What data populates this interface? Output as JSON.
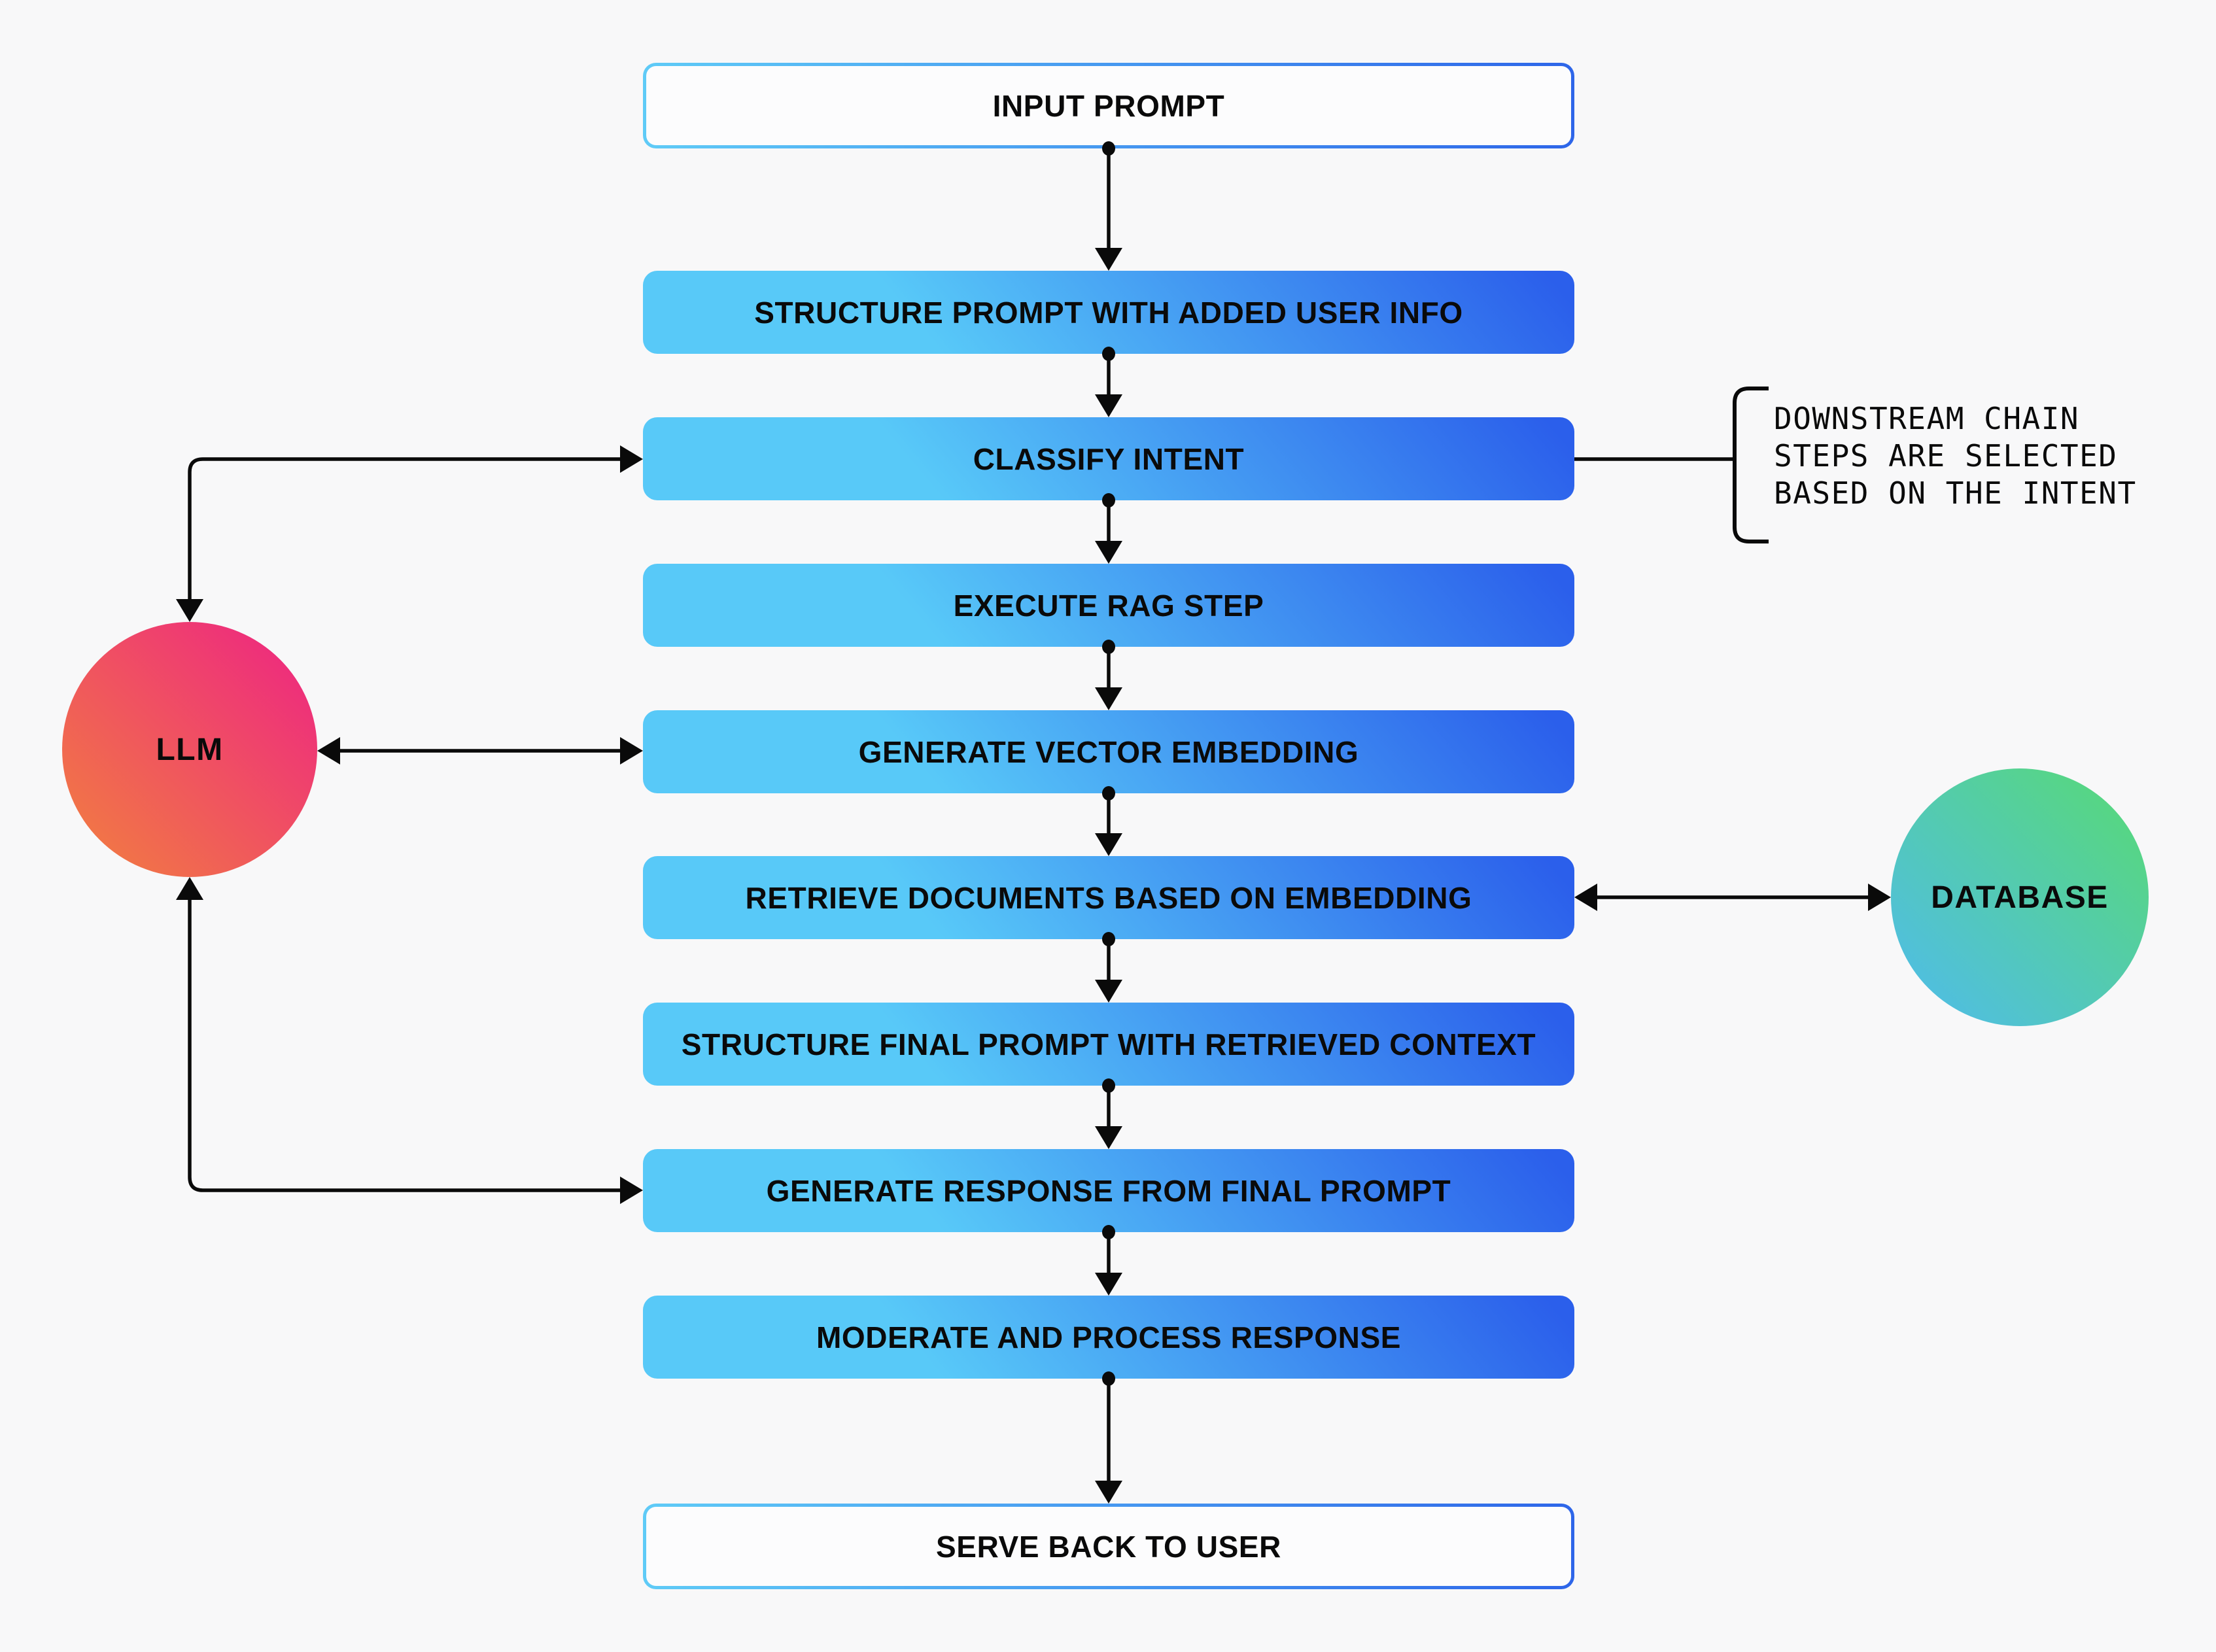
{
  "diagram": {
    "steps": [
      {
        "label": "INPUT PROMPT",
        "kind": "terminal"
      },
      {
        "label": "STRUCTURE PROMPT WITH ADDED USER INFO",
        "kind": "process"
      },
      {
        "label": "CLASSIFY INTENT",
        "kind": "process"
      },
      {
        "label": "EXECUTE RAG STEP",
        "kind": "process"
      },
      {
        "label": "GENERATE VECTOR EMBEDDING",
        "kind": "process"
      },
      {
        "label": "RETRIEVE DOCUMENTS BASED ON EMBEDDING",
        "kind": "process"
      },
      {
        "label": "STRUCTURE FINAL PROMPT WITH RETRIEVED CONTEXT",
        "kind": "process"
      },
      {
        "label": "GENERATE RESPONSE FROM FINAL PROMPT",
        "kind": "process"
      },
      {
        "label": "MODERATE AND PROCESS RESPONSE",
        "kind": "process"
      },
      {
        "label": "SERVE BACK TO USER",
        "kind": "terminal"
      }
    ],
    "llm_node": {
      "label": "LLM"
    },
    "database_node": {
      "label": "DATABASE"
    },
    "annotation": {
      "lines": [
        "DOWNSTREAM CHAIN",
        "STEPS ARE SELECTED",
        "BASED ON THE INTENT"
      ]
    },
    "colors": {
      "background": "#F8F8F9",
      "process_gradient_start": "#58C9F8",
      "process_gradient_end": "#2B5FEB",
      "terminal_border_start": "#5FCBF7",
      "terminal_border_end": "#2E66E9",
      "terminal_fill": "#FCFCFD",
      "llm_gradient_start": "#EE2D7C",
      "llm_gradient_end": "#F2813E",
      "database_gradient_start": "#57D77F",
      "database_gradient_end": "#4FBBEE",
      "connector": "#0A0A0A",
      "text": "#0A0A0A"
    }
  }
}
